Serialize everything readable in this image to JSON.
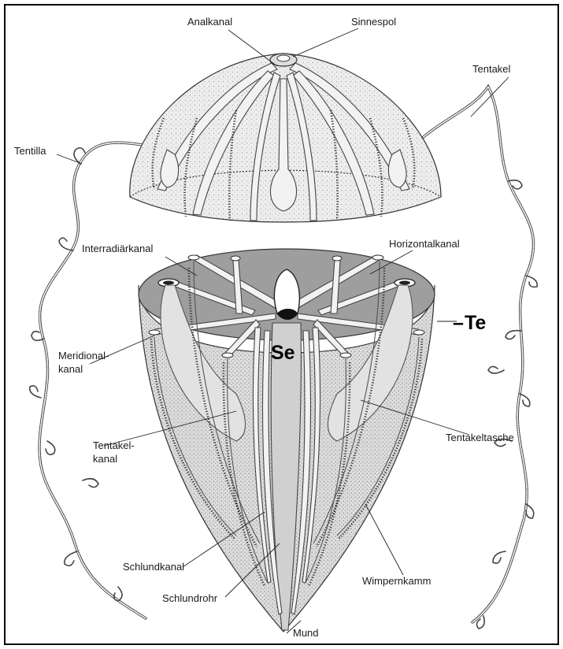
{
  "figure": {
    "colors": {
      "frame": "#000000",
      "body_fill": "#eaeaea",
      "cut_surface": "#9e9e9e",
      "canal_fill": "#f2f2f2",
      "background": "#ffffff"
    }
  },
  "labels": {
    "analkanal": "Analkanal",
    "sinnespol": "Sinnespol",
    "tentakel": "Tentakel",
    "tentilla": "Tentilla",
    "interradiaerkanal": "Interradiärkanal",
    "horizontalkanal": "Horizontalkanal",
    "te": "Te",
    "se": "Se",
    "meridional_line1": "Meridional-",
    "meridional_line2": "kanal",
    "tentakelkanal_line1": "Tentakel-",
    "tentakelkanal_line2": "kanal",
    "tentakeltasche": "Tentakeltasche",
    "schlundkanal": "Schlundkanal",
    "schlundrohr": "Schlundrohr",
    "wimpernkamm": "Wimpernkamm",
    "mund": "Mund"
  }
}
